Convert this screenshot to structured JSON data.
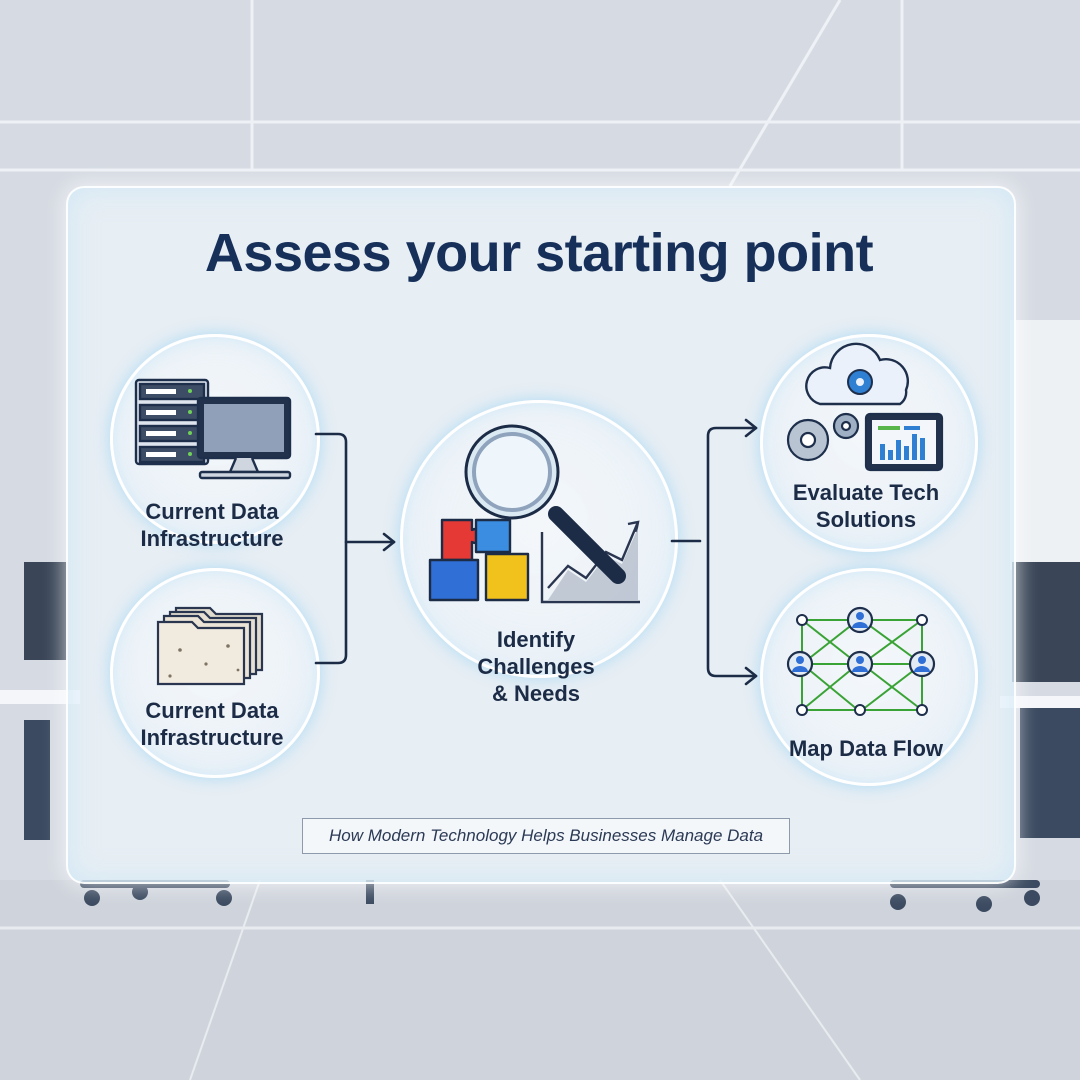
{
  "title": "Assess your starting point",
  "nodes": {
    "current_infrastructure_top": "Current Data\nInfrastructure",
    "current_infrastructure_bottom": "Current Data\nInfrastructure",
    "identify": "Identify\nChallenges\n& Needs",
    "evaluate": "Evaluate Tech\nSolutions",
    "map_flow": "Map Data Flow"
  },
  "caption": "How Modern Technology Helps Businesses Manage Data",
  "icons": {
    "top_left": "server-rack-and-monitor-icon",
    "bottom_left": "stacked-folders-icon",
    "center": "magnifier-puzzle-chart-icon",
    "top_right": "cloud-gears-dashboard-icon",
    "bottom_right": "network-people-icon"
  },
  "colors": {
    "title": "#17305a",
    "connector": "#1c2c46",
    "network_arrows": "#3aa335",
    "puzzle": [
      "#e53935",
      "#2f6fd6",
      "#f2c21c",
      "#3a8de0"
    ]
  }
}
